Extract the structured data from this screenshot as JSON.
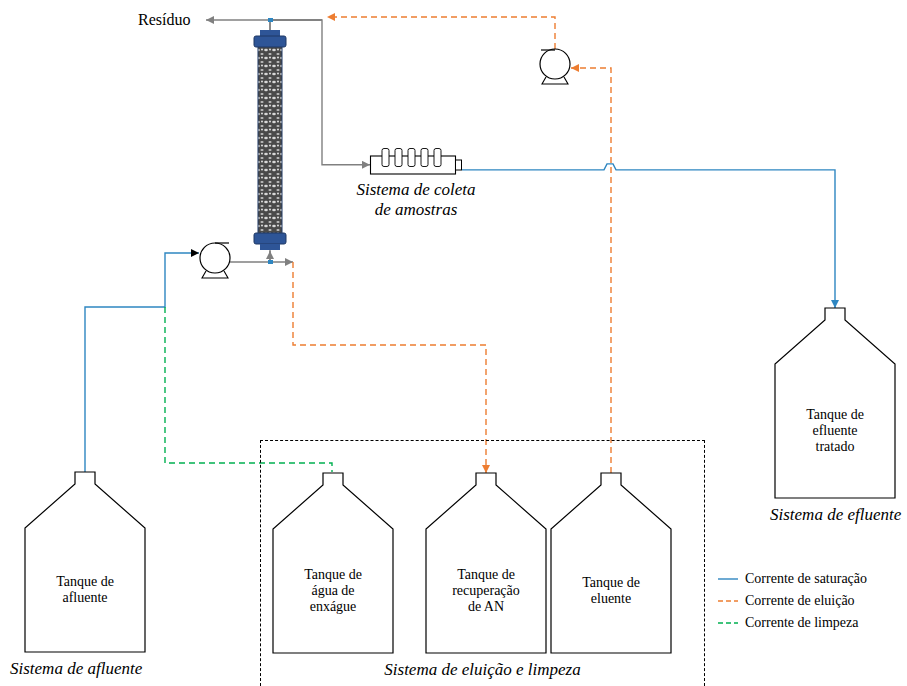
{
  "diagram": {
    "nodes": [
      {
        "text": [
          "Sistema de coleta de amostras"
        ]
      },
      {
        "text": [
          "Tanque de efluente tratado"
        ]
      },
      {
        "text": [
          "Tanque de afluente"
        ]
      },
      {
        "text": [
          "Sistema de eluição e limpeza"
        ]
      },
      {
        "text": [
          "Tanque de água de enxágue"
        ],
        "in": 3
      },
      {
        "text": [
          "Tanque de recuperação de AN"
        ],
        "in": 3
      },
      {
        "text": [
          "Tanque de eluente"
        ],
        "in": 3
      }
    ],
    "edges": [
      {
        "from": 2,
        "to": 0,
        "arrow": "to"
      },
      {
        "from": 0,
        "to": 1,
        "arrow": "to"
      },
      {
        "from": 6,
        "to": 5,
        "arrow": "to"
      }
    ],
    "labels": [
      "Resíduo",
      "Sistema de afluente",
      "Sistema de efluente"
    ],
    "legend": [
      {
        "text": "Corrente de saturação"
      },
      {
        "text": "Corrente de eluição"
      },
      {
        "text": "Corrente de limpeza"
      }
    ]
  }
}
